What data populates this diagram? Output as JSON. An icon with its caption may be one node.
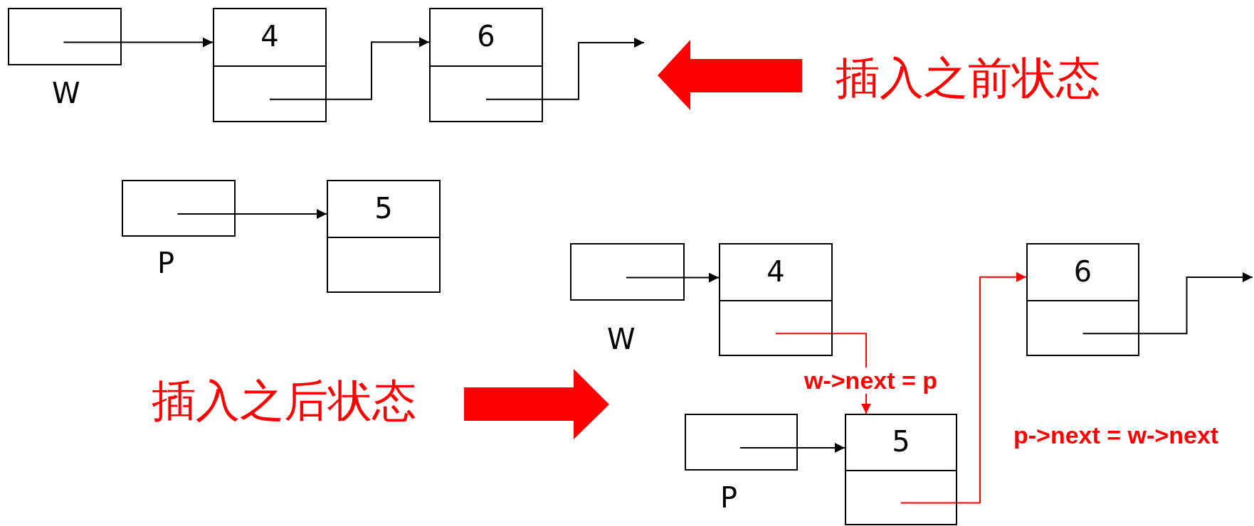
{
  "diagram": {
    "nodes": [
      {
        "text": [],
        "shape": "box",
        "beside": [
          "W"
        ]
      },
      {
        "text": [
          "4"
        ]
      },
      {
        "text": [
          "6"
        ]
      },
      {
        "text": [],
        "shape": "box",
        "beside": [
          "P"
        ]
      },
      {
        "text": [
          "5"
        ]
      },
      {
        "text": [],
        "shape": "box",
        "beside": [
          "W"
        ]
      },
      {
        "text": [
          "4"
        ]
      },
      {
        "text": [
          "6"
        ]
      },
      {
        "text": [],
        "shape": "box",
        "beside": [
          "P"
        ]
      },
      {
        "text": [
          "5"
        ]
      }
    ],
    "edges": [
      {
        "from": 0,
        "to": 1,
        "arrow": "to"
      },
      {
        "from": 1,
        "to": 2,
        "arrow": "to"
      },
      {
        "from": 2,
        "to": null,
        "arrow": "to"
      },
      {
        "from": 3,
        "to": 4,
        "arrow": "to"
      },
      {
        "from": 5,
        "to": 6,
        "arrow": "to"
      },
      {
        "from": 6,
        "to": 9,
        "arrow": "to",
        "label": "w->next = p",
        "color": "#ff0000"
      },
      {
        "from": 9,
        "to": 7,
        "arrow": "to",
        "label": "p->next = w->next",
        "color": "#ff0000"
      },
      {
        "from": 7,
        "to": null,
        "arrow": "to"
      },
      {
        "from": 8,
        "to": 9,
        "arrow": "to"
      }
    ],
    "labels": [
      "插入之前状态",
      "插入之后状态"
    ]
  }
}
